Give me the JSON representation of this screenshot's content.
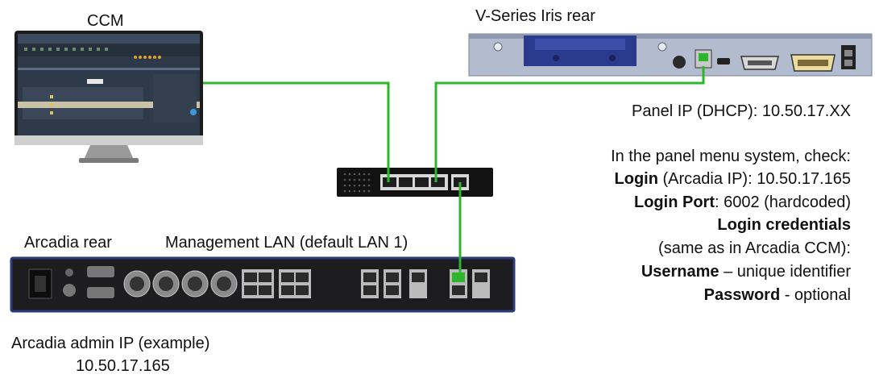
{
  "labels": {
    "ccm": "CCM",
    "iris_rear": "V-Series Iris rear",
    "arcadia_rear": "Arcadia rear",
    "management_lan": "Management LAN (default LAN 1)",
    "admin_ip_caption": "Arcadia admin IP (example)",
    "admin_ip_value": "10.50.17.165",
    "panel_ip": "Panel IP (DHCP): 10.50.17.XX"
  },
  "panel_menu": {
    "intro": "In the panel menu system, check:",
    "login_key": "Login",
    "login_rest": " (Arcadia IP): 10.50.17.165",
    "login_port_key": "Login Port",
    "login_port_rest": ": 6002 (hardcoded)",
    "credentials_key": "Login credentials",
    "credentials_note": "(same as in Arcadia CCM):",
    "username_key": "Username",
    "username_rest": " – unique identifier",
    "password_key": "Password",
    "password_rest": " - optional"
  },
  "colors": {
    "cable": "#2db52d",
    "device_dark": "#1d1d1f",
    "iris_panel": "#b3bccf",
    "iris_bracket": "#2a3a8c"
  }
}
